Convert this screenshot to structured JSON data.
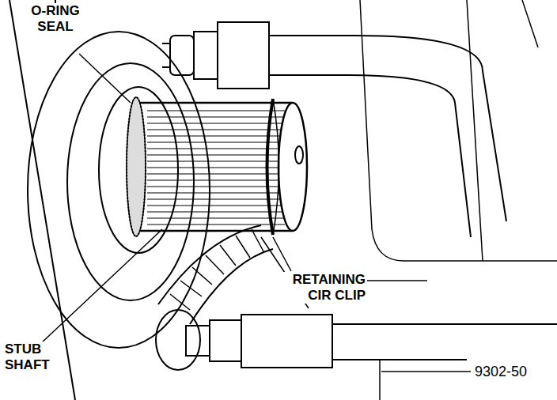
{
  "diagram": {
    "labels": [
      "O-RING SEAL",
      "STUB SHAFT",
      "RETAINING CIR CLIP",
      "9302-50"
    ]
  }
}
